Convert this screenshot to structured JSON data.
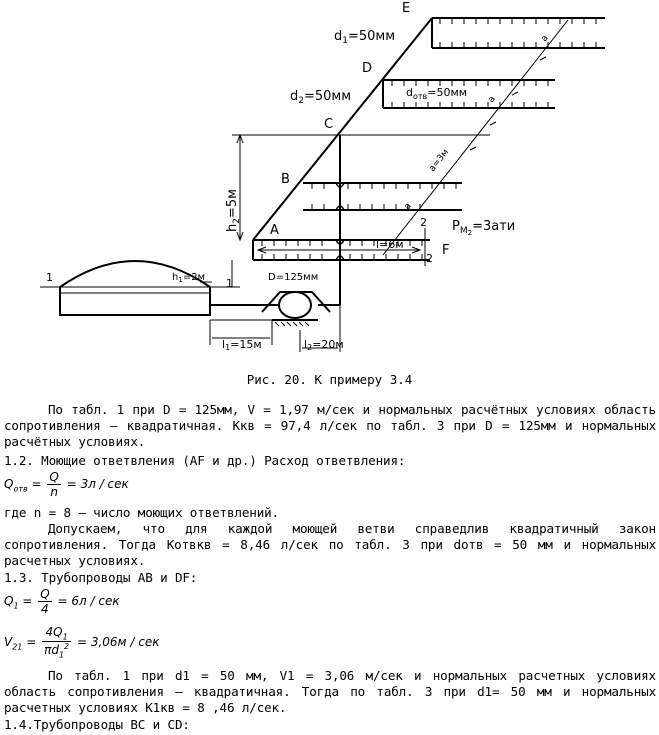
{
  "figure": {
    "labels": {
      "E": "E",
      "D": "D",
      "C": "C",
      "B": "B",
      "A": "A",
      "F": "F",
      "d1": "d",
      "d1_sub": "1",
      "d1_val": "=50мм",
      "d2": "d",
      "d2_sub": "2",
      "d2_val": "=50мм",
      "dotv": "d",
      "dotv_sub": "отв",
      "dotv_val": "=50мм",
      "h2": "h",
      "h2_sub": "2",
      "h2_val": "=5м",
      "h1": "h",
      "h1_sub": "1",
      "h1_val": "=2м",
      "pm": "P",
      "pm_sub": "M",
      "pm_sub2": "2",
      "pm_val": "=3ати",
      "l_len": "l=6м",
      "D_pump": "D=125мм",
      "l1": "l",
      "l1_sub": "1",
      "l1_val": "=15м",
      "l2": "l",
      "l2_sub": "2",
      "l2_val": "=20м",
      "one_left": "1",
      "one_right": "1",
      "two_top": "2",
      "two_bot": "2",
      "a_3m": "a=3м",
      "a1": "a",
      "a2": "a",
      "a3": "a"
    }
  },
  "caption": "Рис. 20. К примеру 3.4",
  "text": {
    "p1": "По табл. 1 при D = 125мм, V = 1,97 м/сек и нормальных расчётных условиях область сопротивления – квадратичная. Kкв = 97,4 л/сек по табл. 3 при D = 125мм и нормальных расчётных условиях.",
    "h12": "1.2. Моющие ответвления (AF и др.) Расход ответвления:",
    "eq1_lhs": "Q",
    "eq1_lhs_sub": "отв",
    "eq1_num": "Q",
    "eq1_den": "n",
    "eq1_rhs": "= 3л / сек",
    "where": "где n = 8 – число моющих ответвлений.",
    "p2": "Допускаем, что для каждой моющей ветви справедлив квадратичный закон сопротивления. Тогда Kотвкв = 8,46 л/сек по табл. 3 при dотв = 50 мм и нормальных расчетных условиях.",
    "h13": "1.3. Трубопроводы AB и DF:",
    "eq2_lhs": "Q",
    "eq2_lhs_sub": "1",
    "eq2_num": "Q",
    "eq2_den": "4",
    "eq2_rhs": "= 6л / сек",
    "eq3_lhs": "V",
    "eq3_lhs_sub": "21",
    "eq3_num": "4Q",
    "eq3_num_sub": "1",
    "eq3_den": "πd",
    "eq3_den_sub": "1",
    "eq3_den_sup": "2",
    "eq3_rhs": "= 3,06м / сек",
    "p3": "По табл. 1 при d1 = 50 мм, V1 = 3,06 м/сек и нормальных расчетных условиях область сопротивления – квадратичная. Тогда по табл. 3 при d1= 50 мм и нормальных расчетных условиях K1кв = 8 ,46 л/сек.",
    "h14": "1.4.Трубопроводы BC и CD:"
  }
}
